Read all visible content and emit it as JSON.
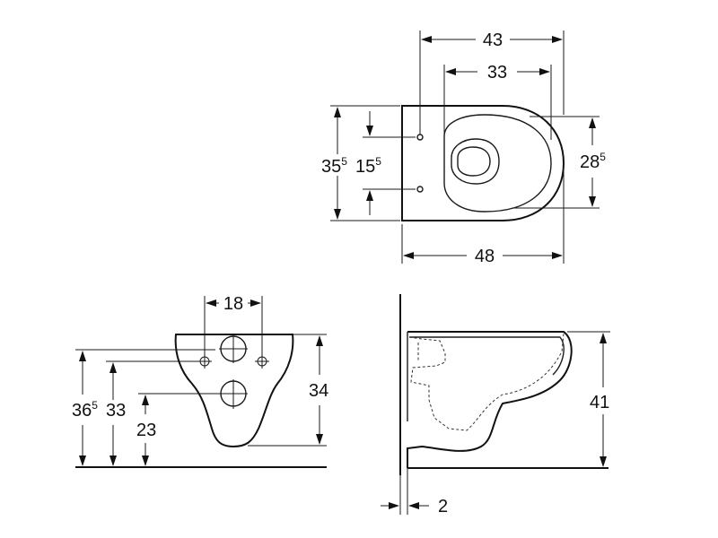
{
  "top_view": {
    "width_outer": "43",
    "width_inner": "33",
    "total_length": "48",
    "depth_main": "35",
    "depth_main_sup": "5",
    "hole_spacing": "15",
    "hole_spacing_sup": "5",
    "bowl_depth": "28",
    "bowl_depth_sup": "5"
  },
  "front_view": {
    "bolt_spacing": "18",
    "height_top": "36",
    "height_top_sup": "5",
    "height_bolts": "33",
    "height_outlet": "23",
    "height_body": "34"
  },
  "side_view": {
    "height": "41",
    "wall_gap": "2"
  }
}
